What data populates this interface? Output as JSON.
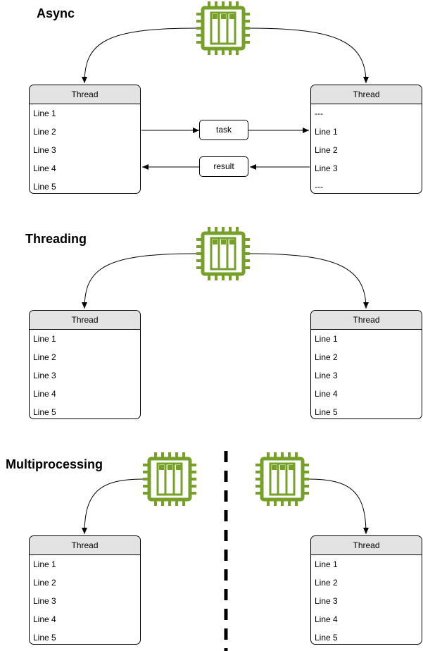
{
  "sections": {
    "async": {
      "title": "Async"
    },
    "threading": {
      "title": "Threading"
    },
    "multiprocessing": {
      "title": "Multiprocessing"
    }
  },
  "threads": {
    "async_left": {
      "header": "Thread",
      "lines": [
        "Line 1",
        "Line 2",
        "Line 3",
        "Line 4",
        "Line 5"
      ]
    },
    "async_right": {
      "header": "Thread",
      "lines": [
        "---",
        "Line 1",
        "Line 2",
        "Line 3",
        "---"
      ]
    },
    "threading_left": {
      "header": "Thread",
      "lines": [
        "Line 1",
        "Line 2",
        "Line 3",
        "Line 4",
        "Line 5"
      ]
    },
    "threading_right": {
      "header": "Thread",
      "lines": [
        "Line 1",
        "Line 2",
        "Line 3",
        "Line 4",
        "Line 5"
      ]
    },
    "multi_left": {
      "header": "Thread",
      "lines": [
        "Line 1",
        "Line 2",
        "Line 3",
        "Line 4",
        "Line 5"
      ]
    },
    "multi_right": {
      "header": "Thread",
      "lines": [
        "Line 1",
        "Line 2",
        "Line 3",
        "Line 4",
        "Line 5"
      ]
    }
  },
  "messages": {
    "task": "task",
    "result": "result"
  },
  "icons": {
    "cpu": "cpu-chip-icon"
  },
  "colors": {
    "cpu": "#77a02a",
    "header_fill": "#e3e3e3",
    "stroke": "#000000"
  }
}
